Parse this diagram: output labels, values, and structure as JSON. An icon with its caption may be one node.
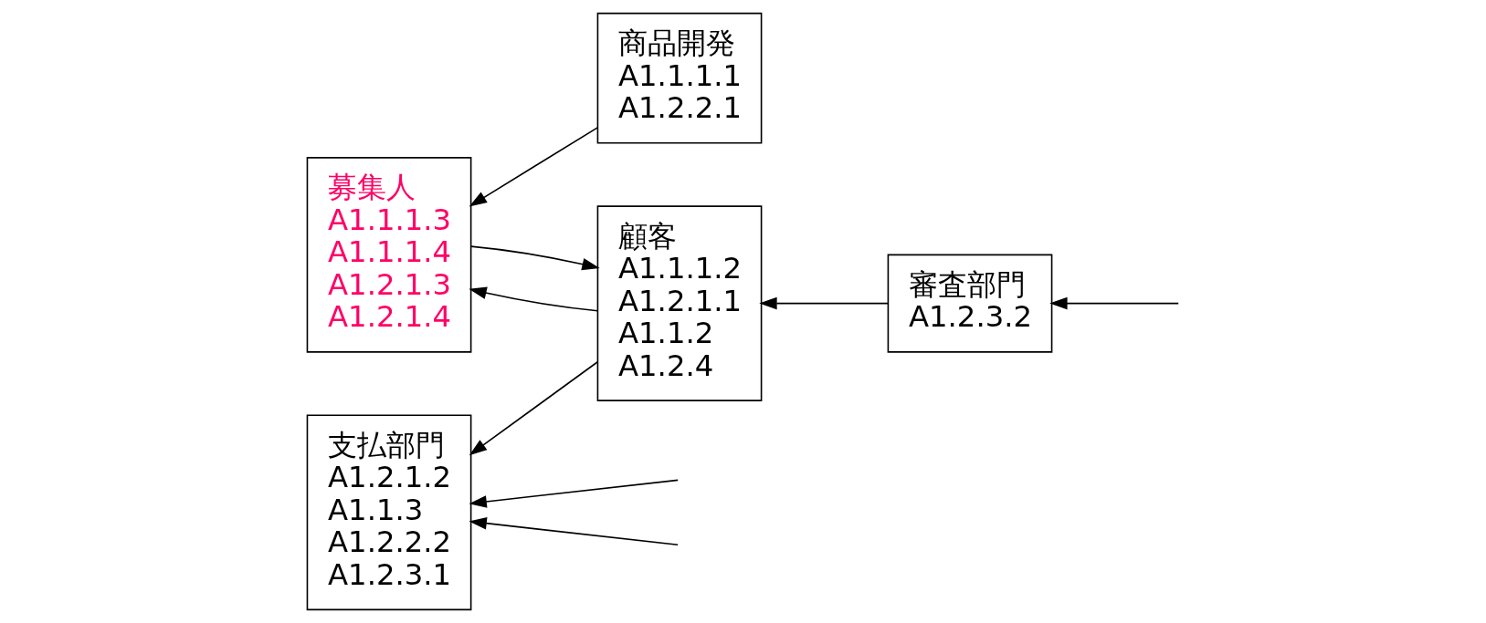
{
  "diagram": {
    "nodes": [
      {
        "text": [
          "顧客",
          "A1.1.1.2",
          "A1.2.1.1",
          "A1.1.2",
          "A1.2.4"
        ]
      },
      {
        "text": [
          "募集人",
          "A1.1.1.3",
          "A1.1.1.4",
          "A1.2.1.3",
          "A1.2.1.4"
        ]
      },
      {
        "text": [
          "商品開発",
          "A1.1.1.1",
          "A1.2.2.1"
        ]
      },
      {
        "text": [
          "支払部門",
          "A1.2.1.2",
          "A1.1.3",
          "A1.2.2.2",
          "A1.2.3.1"
        ]
      },
      {
        "text": [
          "審査部門",
          "A1.2.3.2"
        ]
      }
    ],
    "edges": [
      {
        "from": 2,
        "to": 1,
        "arrow": "to"
      },
      {
        "from": 1,
        "to": 0,
        "arrow": "to"
      },
      {
        "from": 0,
        "to": 1,
        "arrow": "to"
      },
      {
        "from": null,
        "to": 3,
        "arrow": "to"
      },
      {
        "from": 0,
        "to": 3,
        "arrow": "to"
      },
      {
        "from": null,
        "to": 3,
        "arrow": "to"
      },
      {
        "from": 4,
        "to": 0,
        "arrow": "to"
      },
      {
        "from": null,
        "to": 4,
        "arrow": "to"
      }
    ]
  }
}
